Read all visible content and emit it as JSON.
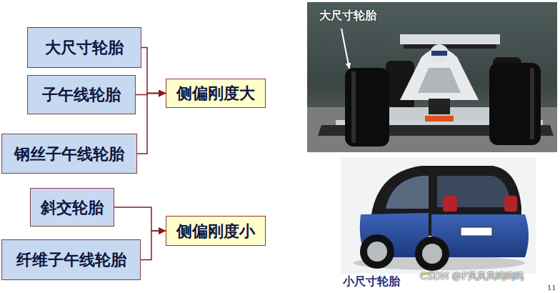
{
  "diagram": {
    "nodes": [
      {
        "text": [
          "大尺寸轮胎"
        ]
      },
      {
        "text": [
          "子午线轮胎"
        ]
      },
      {
        "text": [
          "钢丝子午线轮胎"
        ]
      },
      {
        "text": [
          "侧偏刚度大"
        ]
      },
      {
        "text": [
          "斜交轮胎"
        ]
      },
      {
        "text": [
          "纤维子午线轮胎"
        ]
      },
      {
        "text": [
          "侧偏刚度小"
        ]
      }
    ],
    "edges": [
      {
        "from": 0,
        "to": 3,
        "arrow": "to"
      },
      {
        "from": 1,
        "to": 3,
        "arrow": "to"
      },
      {
        "from": 2,
        "to": 3,
        "arrow": "to"
      },
      {
        "from": 4,
        "to": 6,
        "arrow": "to"
      },
      {
        "from": 5,
        "to": 6,
        "arrow": "to"
      }
    ],
    "labels": [
      "大尺寸轮胎",
      "小尺寸轮胎",
      "CSDN @F风风风呜呜呜",
      "11"
    ]
  }
}
